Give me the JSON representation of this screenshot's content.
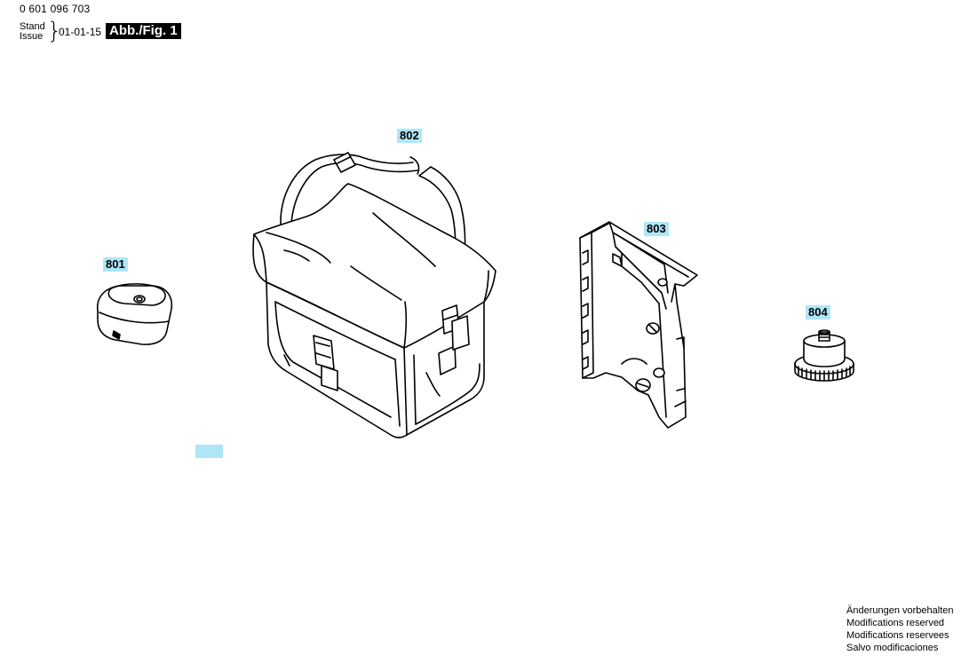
{
  "header": {
    "document_number": "0 601 096 703",
    "stand_label": "Stand",
    "issue_label": "Issue",
    "issue_date": "01-01-15",
    "figure_label": "Abb./Fig. 1"
  },
  "parts": [
    {
      "number": "801"
    },
    {
      "number": "802"
    },
    {
      "number": "803"
    },
    {
      "number": "804"
    }
  ],
  "notice": {
    "line1": "Änderungen vorbehalten",
    "line2": "Modifications reserved",
    "line3": "Modifications reservees",
    "line4": "Salvo modificaciones"
  },
  "colors": {
    "label_background": "#aee6f7",
    "line_art": "#000000"
  }
}
